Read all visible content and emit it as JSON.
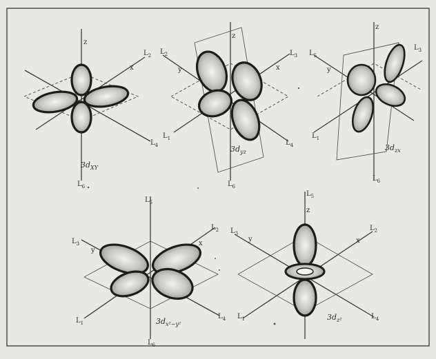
{
  "panels": [
    {
      "orbital": {
        "main": "3d",
        "sub": "XY"
      },
      "labels": [
        {
          "text": "z",
          "sub": ""
        },
        {
          "text": "L",
          "sub": "2"
        },
        {
          "text": "x",
          "sub": ""
        },
        {
          "text": "L",
          "sub": "4"
        },
        {
          "text": "L",
          "sub": "6"
        }
      ]
    },
    {
      "orbital": {
        "main": "3d",
        "sub": "yz"
      },
      "labels": [
        {
          "text": "z",
          "sub": ""
        },
        {
          "text": "L",
          "sub": "2"
        },
        {
          "text": "y",
          "sub": ""
        },
        {
          "text": "x",
          "sub": ""
        },
        {
          "text": "L",
          "sub": "3"
        },
        {
          "text": "L",
          "sub": "1"
        },
        {
          "text": "L",
          "sub": "4"
        },
        {
          "text": "L",
          "sub": "6"
        }
      ]
    },
    {
      "orbital": {
        "main": "3d",
        "sub": "zx"
      },
      "labels": [
        {
          "text": "z",
          "sub": ""
        },
        {
          "text": "L",
          "sub": "5"
        },
        {
          "text": "y",
          "sub": ""
        },
        {
          "text": "L",
          "sub": "3"
        },
        {
          "text": "L",
          "sub": "1"
        },
        {
          "text": "L",
          "sub": "6"
        }
      ]
    },
    {
      "orbital": {
        "main": "3d",
        "sub": "x²−y²"
      },
      "labels": [
        {
          "text": "L",
          "sub": "5"
        },
        {
          "text": "L",
          "sub": "3"
        },
        {
          "text": "y",
          "sub": ""
        },
        {
          "text": "x",
          "sub": ""
        },
        {
          "text": "L",
          "sub": "2"
        },
        {
          "text": "L",
          "sub": "1"
        },
        {
          "text": "L",
          "sub": "4"
        },
        {
          "text": "L",
          "sub": "6"
        }
      ]
    },
    {
      "orbital": {
        "main": "3d",
        "sub": "z²"
      },
      "labels": [
        {
          "text": "L",
          "sub": "5"
        },
        {
          "text": "z",
          "sub": ""
        },
        {
          "text": "L",
          "sub": "3"
        },
        {
          "text": "y",
          "sub": ""
        },
        {
          "text": "L",
          "sub": "2"
        },
        {
          "text": "x",
          "sub": ""
        },
        {
          "text": "L",
          "sub": "1"
        },
        {
          "text": "L",
          "sub": "4"
        }
      ]
    }
  ]
}
